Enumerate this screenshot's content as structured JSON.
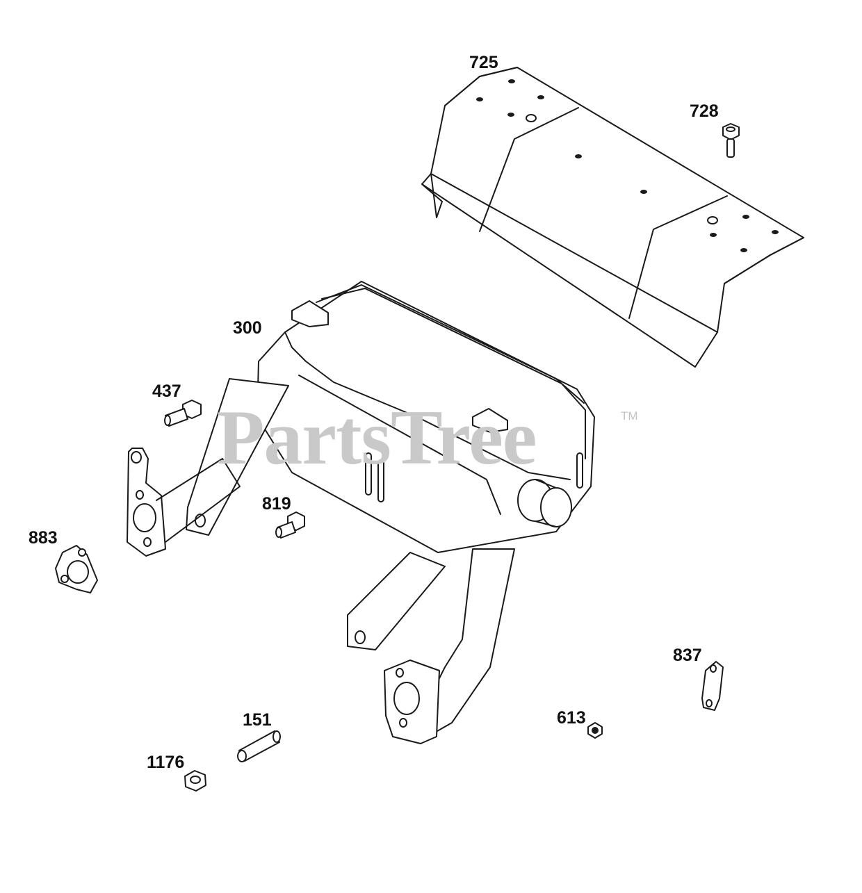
{
  "watermark": {
    "brand": "PartsTree",
    "trademark": "TM",
    "color": "#c9c9c9"
  },
  "parts": [
    {
      "id": "725",
      "label": "725",
      "name": "heat shield"
    },
    {
      "id": "728",
      "label": "728",
      "name": "screw"
    },
    {
      "id": "300",
      "label": "300",
      "name": "muffler"
    },
    {
      "id": "437",
      "label": "437",
      "name": "screw"
    },
    {
      "id": "819",
      "label": "819",
      "name": "screw"
    },
    {
      "id": "883",
      "label": "883",
      "name": "exhaust gasket"
    },
    {
      "id": "837",
      "label": "837",
      "name": "bracket"
    },
    {
      "id": "613",
      "label": "613",
      "name": "screw"
    },
    {
      "id": "151",
      "label": "151",
      "name": "stud"
    },
    {
      "id": "1176",
      "label": "1176",
      "name": "nut"
    }
  ],
  "colors": {
    "line": "#1a1a1a",
    "background": "#ffffff"
  }
}
